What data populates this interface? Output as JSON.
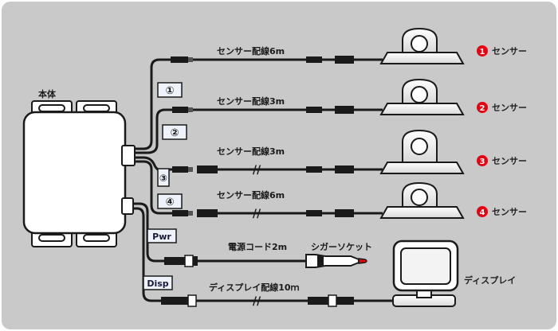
{
  "main_unit": {
    "label": "本体"
  },
  "wires": [
    {
      "label": "センサー配線6m",
      "port": "①"
    },
    {
      "label": "センサー配線3m",
      "port": "②"
    },
    {
      "label": "センサー配線3m",
      "port": "③"
    },
    {
      "label": "センサー配線6m",
      "port": "④"
    }
  ],
  "sensors": [
    {
      "number": "1",
      "label": "センサー"
    },
    {
      "number": "2",
      "label": "センサー"
    },
    {
      "number": "3",
      "label": "センサー"
    },
    {
      "number": "4",
      "label": "センサー"
    }
  ],
  "power": {
    "port": "Pwr",
    "cord_label": "電源コード2m",
    "socket_label": "シガーソケット"
  },
  "display": {
    "port": "Disp",
    "cord_label": "ディスプレイ配線10ｍ",
    "label": "ディスプレイ"
  },
  "colors": {
    "background": "#c9c9c9",
    "sensor_number": "#e60012",
    "wire": "#1a1a1a",
    "label_box": "#eef2fa"
  }
}
